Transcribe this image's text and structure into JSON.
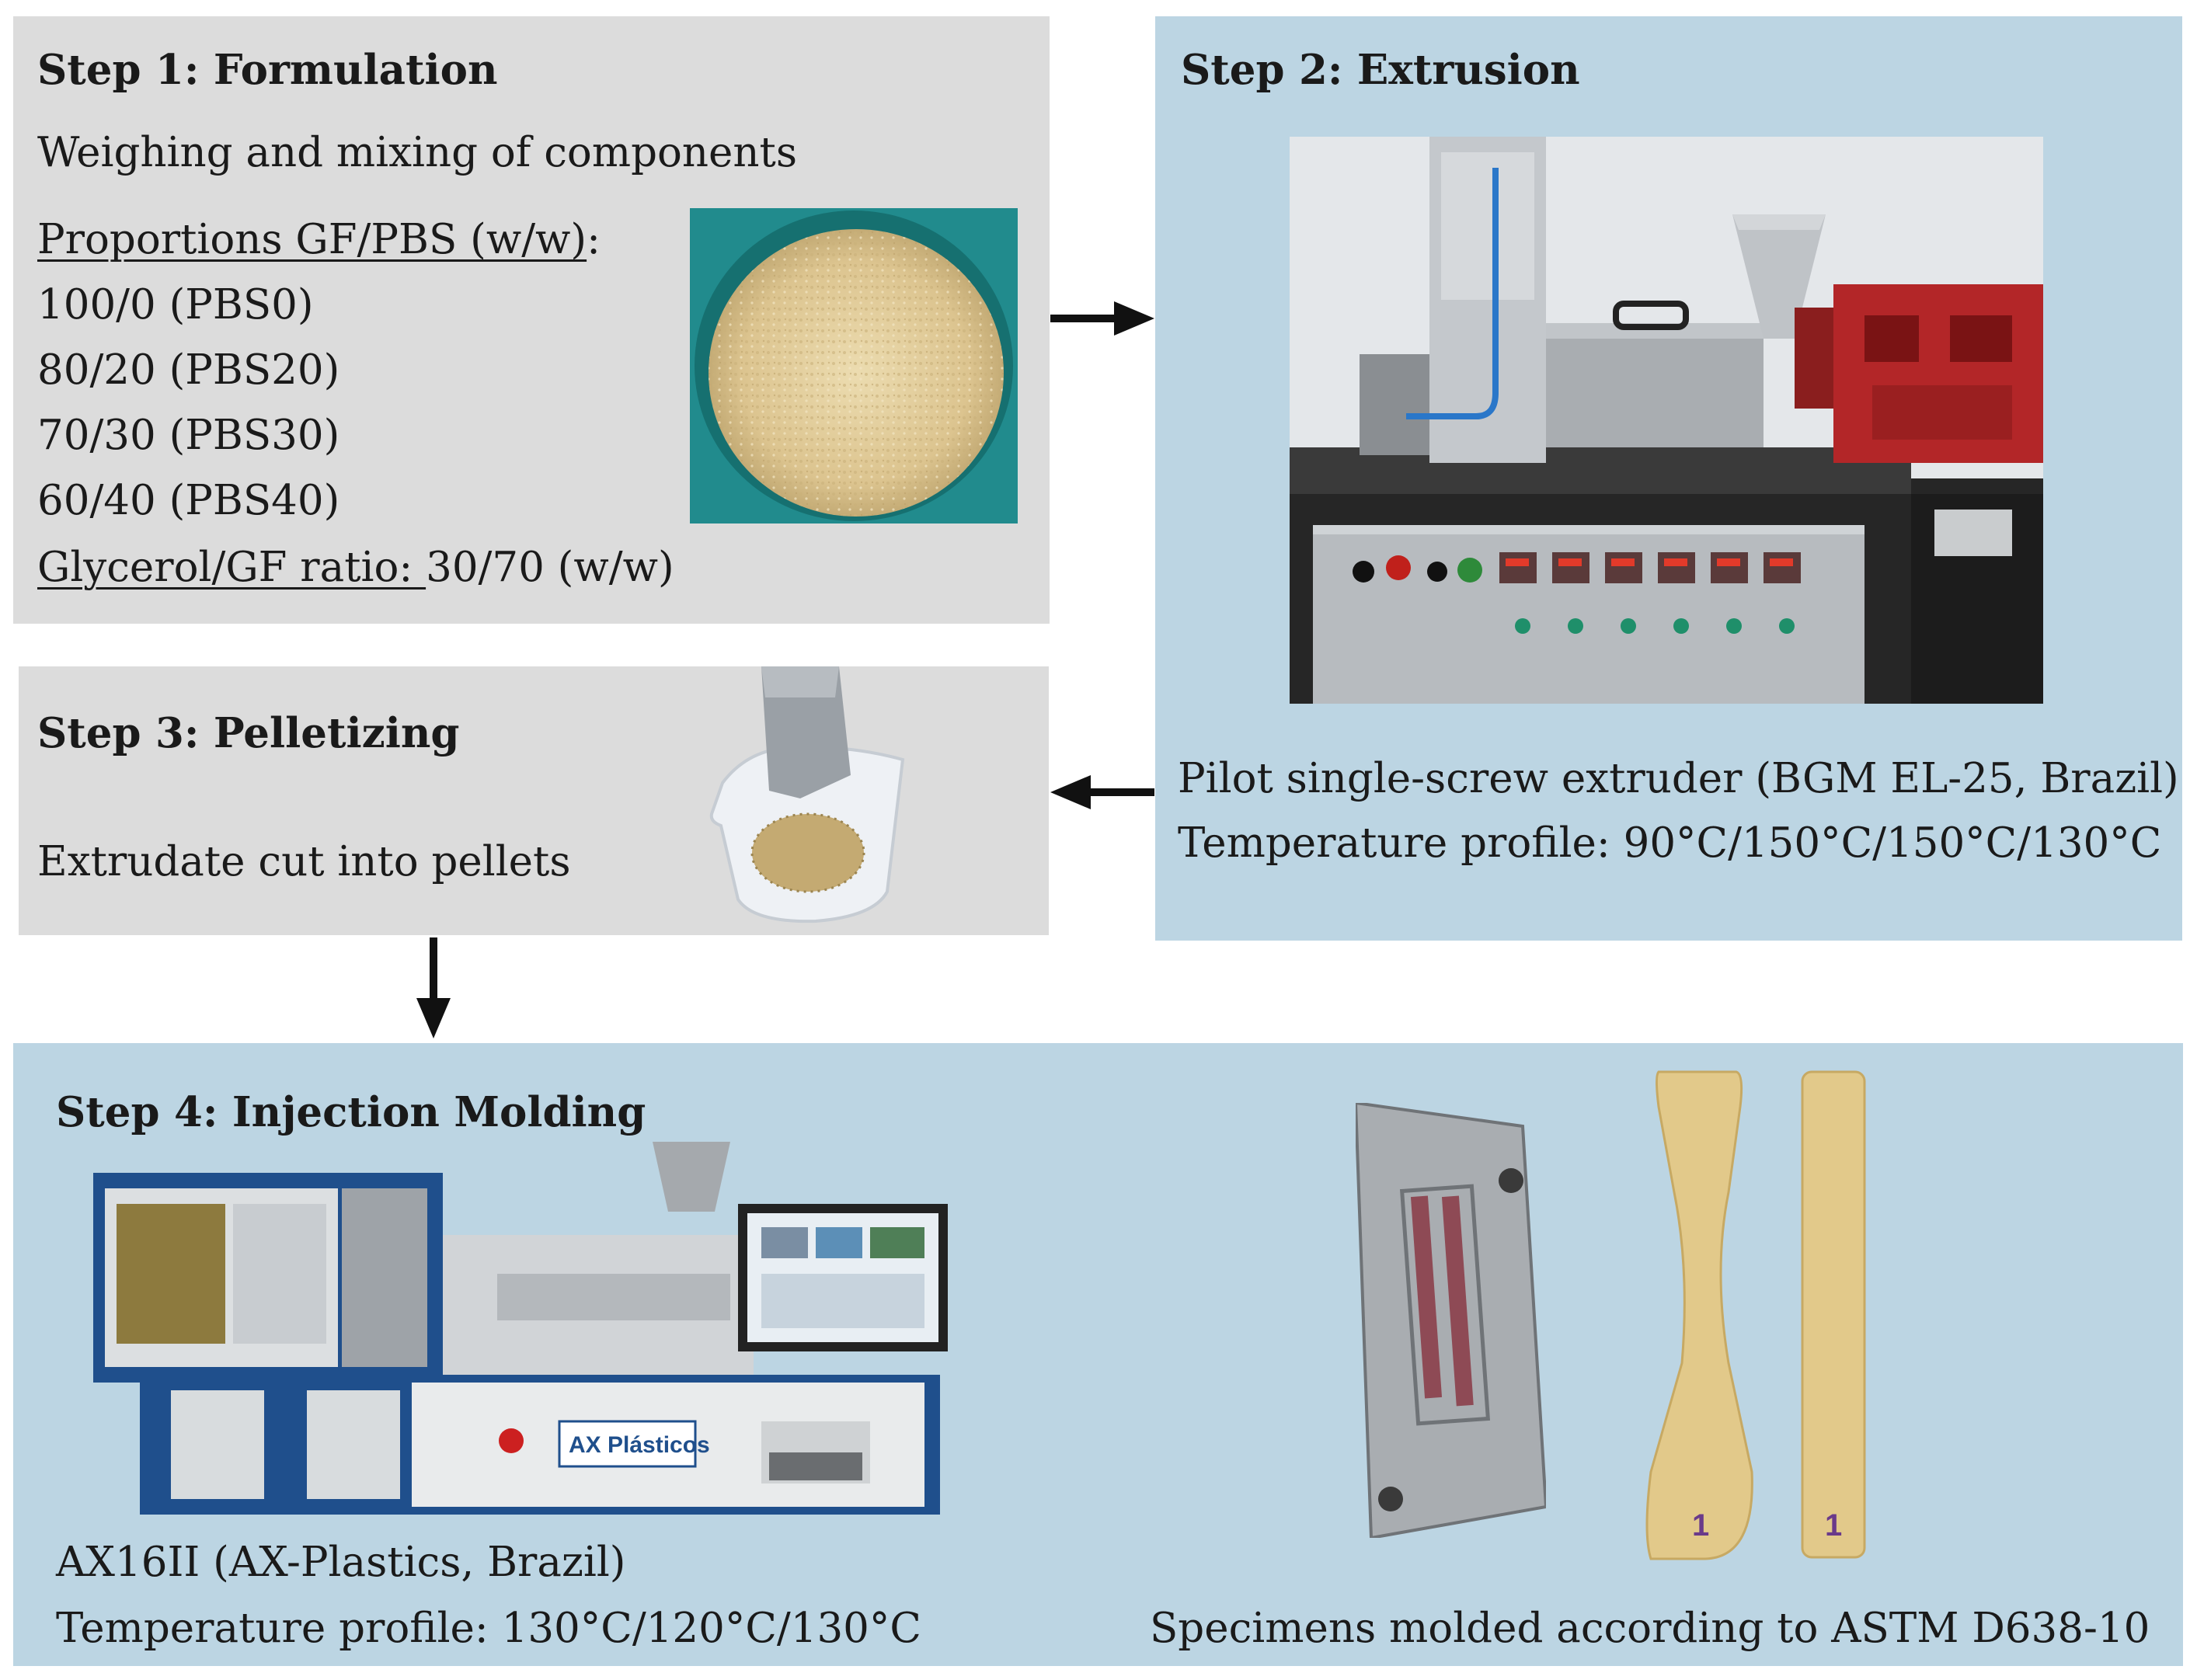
{
  "step1": {
    "title": "Step 1: Formulation",
    "subtitle": "Weighing and mixing of components",
    "proportions_label": "Proportions GF/PBS (w/w)",
    "proportions_colon": ":",
    "proportions": [
      "100/0 (PBS0)",
      "80/20 (PBS20)",
      "70/30 (PBS30)",
      "60/40 (PBS40)"
    ],
    "glycerol_label": "Glycerol/GF ratio: ",
    "glycerol_value": "30/70 (w/w)"
  },
  "step2": {
    "title": "Step 2: Extrusion",
    "equipment": "Pilot single-screw extruder (BGM EL-25, Brazil)",
    "temperature_profile": "Temperature profile: 90°C/150°C/150°C/130°C"
  },
  "step3": {
    "title": "Step 3: Pelletizing",
    "description": "Extrudate cut into pellets"
  },
  "step4": {
    "title": "Step 4: Injection Molding",
    "equipment": "AX16II (AX-Plastics, Brazil)",
    "temperature_profile": "Temperature profile: 130°C/120°C/130°C",
    "specimens": "Specimens molded according to ASTM D638-10",
    "machine_brand": "AX Plásticos",
    "specimen_marks": [
      "1",
      "1"
    ]
  },
  "colors": {
    "gray_panel": "#dcdcdc",
    "blue_panel": "#bcd5e3",
    "arrow": "#111111"
  },
  "icons": [
    "arrow-right-icon",
    "arrow-left-icon",
    "arrow-down-icon"
  ]
}
